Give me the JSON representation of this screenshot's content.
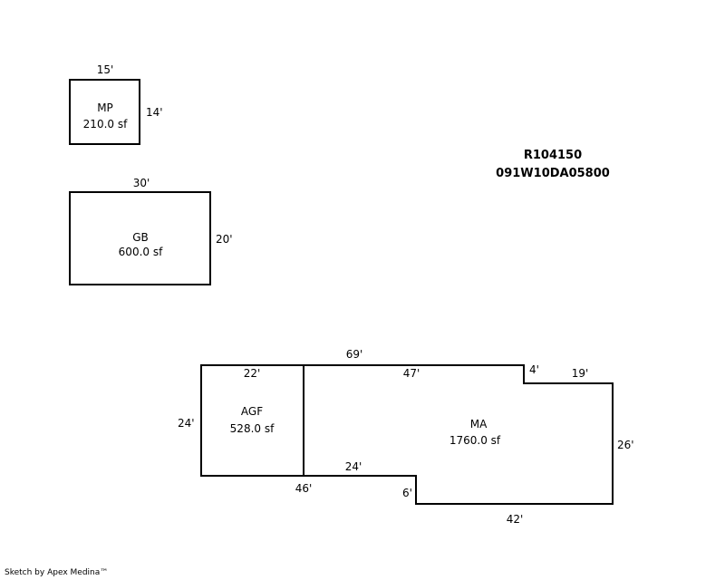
{
  "parcel": {
    "account": "R104150",
    "map_number": "091W10DA05800"
  },
  "areas": {
    "mp": {
      "code": "MP",
      "area": "210.0 sf",
      "width_dim": "15'",
      "height_dim": "14'"
    },
    "gb": {
      "code": "GB",
      "area": "600.0 sf",
      "width_dim": "30'",
      "height_dim": "20'"
    },
    "agf": {
      "code": "AGF",
      "area": "528.0 sf",
      "top_dim": "22'",
      "left_dim": "24'"
    },
    "ma": {
      "code": "MA",
      "area": "1760.0 sf",
      "overall_top_dim": "69'",
      "top_dim": "47'",
      "step_dim": "4'",
      "top_right_dim": "19'",
      "right_dim": "26'",
      "bottom_dim": "42'",
      "notch_dim": "6'",
      "lower_left_dim": "24'",
      "overall_bottom_dim": "46'"
    }
  },
  "footer": {
    "text": "Sketch by Apex Medina™"
  }
}
